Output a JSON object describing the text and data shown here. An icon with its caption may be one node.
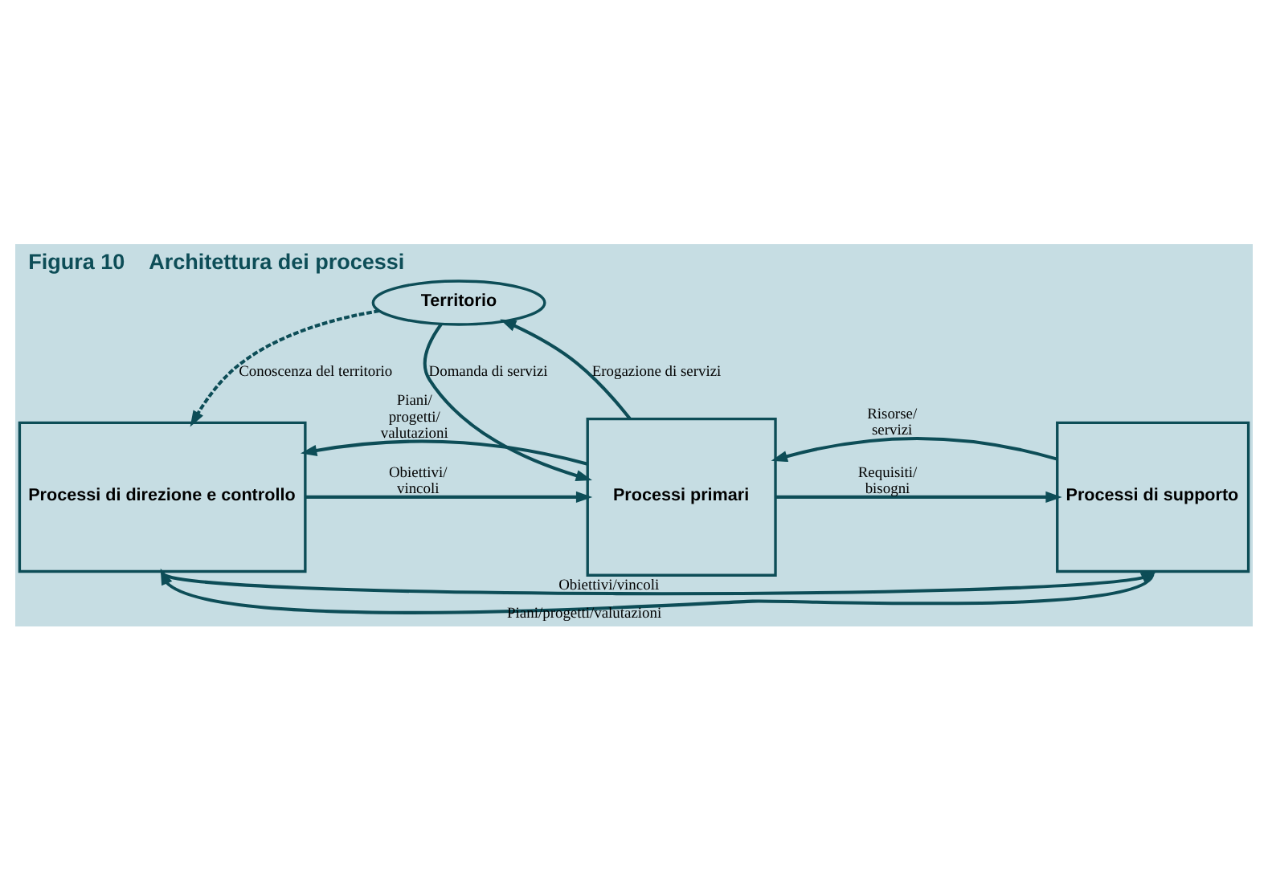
{
  "diagram": {
    "title": "Figura 10    Architettura dei processi",
    "nodes": [
      {
        "text": [
          "Territorio"
        ]
      },
      {
        "text": [
          "Processi di direzione e controllo"
        ]
      },
      {
        "text": [
          "Processi primari"
        ]
      },
      {
        "text": [
          "Processi di supporto"
        ]
      }
    ],
    "edges": [
      {
        "from": 0,
        "to": 1,
        "arrow": "to",
        "label": "Conoscenza del territorio",
        "style": "dashed"
      },
      {
        "from": 0,
        "to": 2,
        "arrow": "to",
        "label": "Domanda di servizi"
      },
      {
        "from": 2,
        "to": 0,
        "arrow": "to",
        "label": "Erogazione di servizi"
      },
      {
        "from": 1,
        "to": 2,
        "arrow": "to",
        "label": "Obiettivi/ vincoli"
      },
      {
        "from": 2,
        "to": 1,
        "arrow": "to",
        "label": "Piani/ progetti/ valutazioni"
      },
      {
        "from": 2,
        "to": 3,
        "arrow": "to",
        "label": "Requisiti/ bisogni"
      },
      {
        "from": 3,
        "to": 2,
        "arrow": "to",
        "label": "Risorse/ servizi"
      },
      {
        "from": 1,
        "to": 3,
        "arrow": "to",
        "label": "Obiettivi/vincoli"
      },
      {
        "from": 3,
        "to": 1,
        "arrow": "to",
        "label": "Piani/progetti/valutazioni"
      }
    ]
  }
}
